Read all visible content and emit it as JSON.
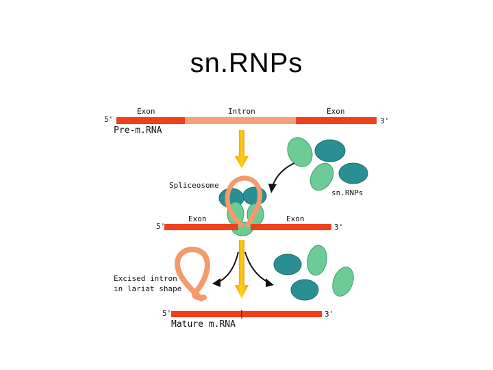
{
  "slide": {
    "title": "sn.RNPs"
  },
  "pre_mrna": {
    "label": "Pre-m.RNA",
    "five_prime": "5'",
    "three_prime": "3'",
    "exon_left": "Exon",
    "intron": "Intron",
    "exon_right": "Exon"
  },
  "spliceosome_stage": {
    "spliceosome_label": "Spliceosome",
    "snrnps_label": "sn.RNPs",
    "five_prime": "5'",
    "three_prime": "3'",
    "exon_left": "Exon",
    "exon_right": "Exon"
  },
  "mature_stage": {
    "excised_label_line1": "Excised intron",
    "excised_label_line2": "in lariat shape",
    "five_prime": "5'",
    "three_prime": "3'",
    "mature_label": "Mature m.RNA"
  },
  "colors": {
    "exon": "#f0401a",
    "intron": "#f4a07a",
    "snrnp_teal": "#2a8f93",
    "snrnp_green": "#6dcb96",
    "arrow_yellow": "#f5c400",
    "lariat": "#f49a6c"
  }
}
